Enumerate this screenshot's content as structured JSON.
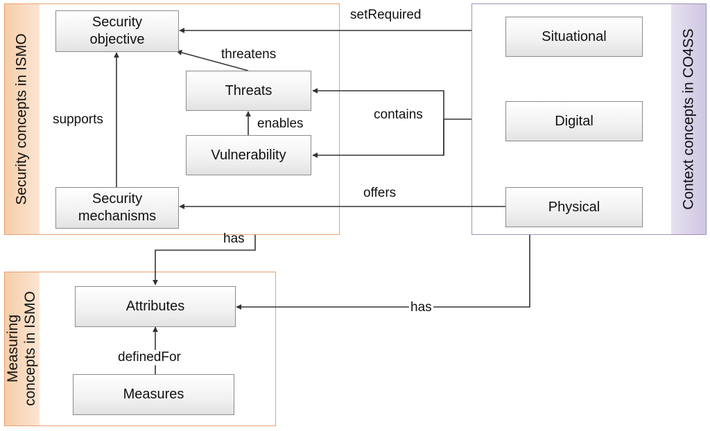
{
  "groups": {
    "security": "Security concepts in ISMO",
    "measuring": "Measuring\nconcepts in ISMO",
    "context": "Context concepts in CO4SS"
  },
  "nodes": {
    "security_objective": "Security\nobjective",
    "threats": "Threats",
    "vulnerability": "Vulnerability",
    "security_mechanisms": "Security\nmechanisms",
    "situational": "Situational",
    "digital": "Digital",
    "physical": "Physical",
    "attributes": "Attributes",
    "measures": "Measures"
  },
  "edges": {
    "set_required": "setRequired",
    "threatens": "threatens",
    "supports": "supports",
    "enables": "enables",
    "contains": "contains",
    "offers": "offers",
    "has_security": "has",
    "has_context": "has",
    "defined_for": "definedFor"
  },
  "colors": {
    "security_border": "#e8a070",
    "security_band": "#f6cda8",
    "context_border": "#9d92b8",
    "context_band": "#cfc6e2",
    "edge": "#333333"
  }
}
